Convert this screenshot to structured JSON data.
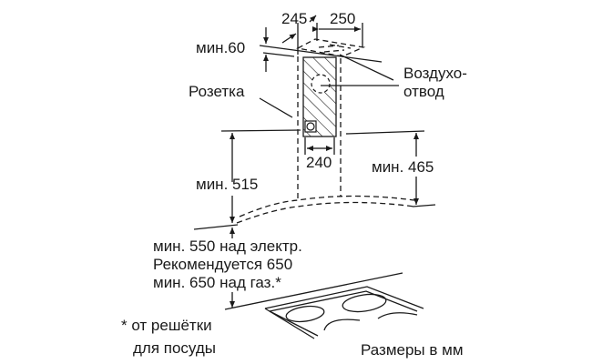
{
  "dimensions": {
    "d245": "245",
    "d250": "250",
    "min60": "мин.60",
    "d240": "240",
    "min515": "мин. 515",
    "min465": "мин. 465"
  },
  "labels": {
    "air_outlet_line1": "Воздухо-",
    "air_outlet_line2": "отвод",
    "socket": "Розетка"
  },
  "clearance": {
    "line1": "мин. 550 над электр.",
    "line2": "Рекомендуется 650",
    "line3": "мин. 650 над газ.*"
  },
  "footnote": {
    "line1": "* от решётки",
    "line2": "для посуды"
  },
  "units_note": "Размеры в мм"
}
